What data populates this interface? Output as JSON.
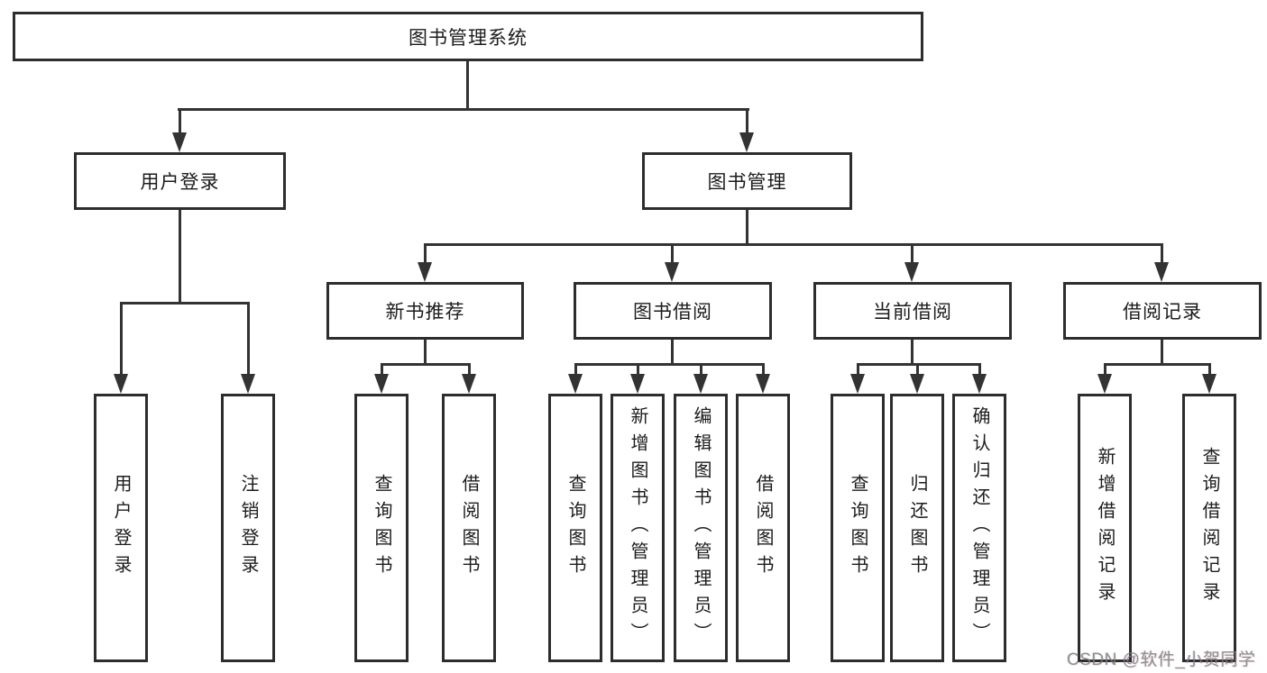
{
  "diagram": {
    "root": "图书管理系统",
    "branches": [
      {
        "label": "用户登录",
        "children": [
          "用户登录",
          "注销登录"
        ]
      },
      {
        "label": "图书管理",
        "groups": [
          {
            "label": "新书推荐",
            "children": [
              "查询图书",
              "借阅图书"
            ]
          },
          {
            "label": "图书借阅",
            "children": [
              "查询图书",
              "新增图书（管理员）",
              "编辑图书（管理员）",
              "借阅图书"
            ]
          },
          {
            "label": "当前借阅",
            "children": [
              "查询图书",
              "归还图书",
              "确认归还（管理员）"
            ]
          },
          {
            "label": "借阅记录",
            "children": [
              "新增借阅记录",
              "查询借阅记录"
            ]
          }
        ]
      }
    ]
  },
  "watermark": "CSDN @软件_小贺同学",
  "colors": {
    "background": "#ffffff",
    "border": "#2d2d2d",
    "line": "#333333",
    "text": "#1c1c1c",
    "watermark": "#7d7d7d"
  }
}
